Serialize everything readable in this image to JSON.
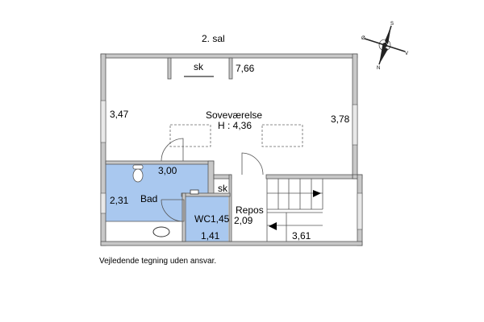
{
  "floor_title": "2. sal",
  "disclaimer": "Vejledende tegning uden ansvar.",
  "compass": {
    "north": "N",
    "south": "S",
    "east": "Ø",
    "west": "V"
  },
  "rooms": {
    "bedroom": {
      "name": "Soveværelse",
      "height": "H : 4,36",
      "dim_top": "7,66",
      "dim_left": "3,47",
      "dim_right": "3,78"
    },
    "closet_top": {
      "name": "sk"
    },
    "bath": {
      "name": "Bad",
      "dim_top": "3,00",
      "dim_left": "2,31"
    },
    "closet_small": {
      "name": "sk"
    },
    "wc": {
      "name": "WC",
      "dim_right": "1,45",
      "dim_bottom": "1,41"
    },
    "landing": {
      "name": "Repos",
      "dim": "2,09"
    },
    "stairs": {
      "dim": "3,61"
    }
  },
  "colors": {
    "wet_room": "#a9c8ef",
    "wall": "#c8c8c8"
  }
}
